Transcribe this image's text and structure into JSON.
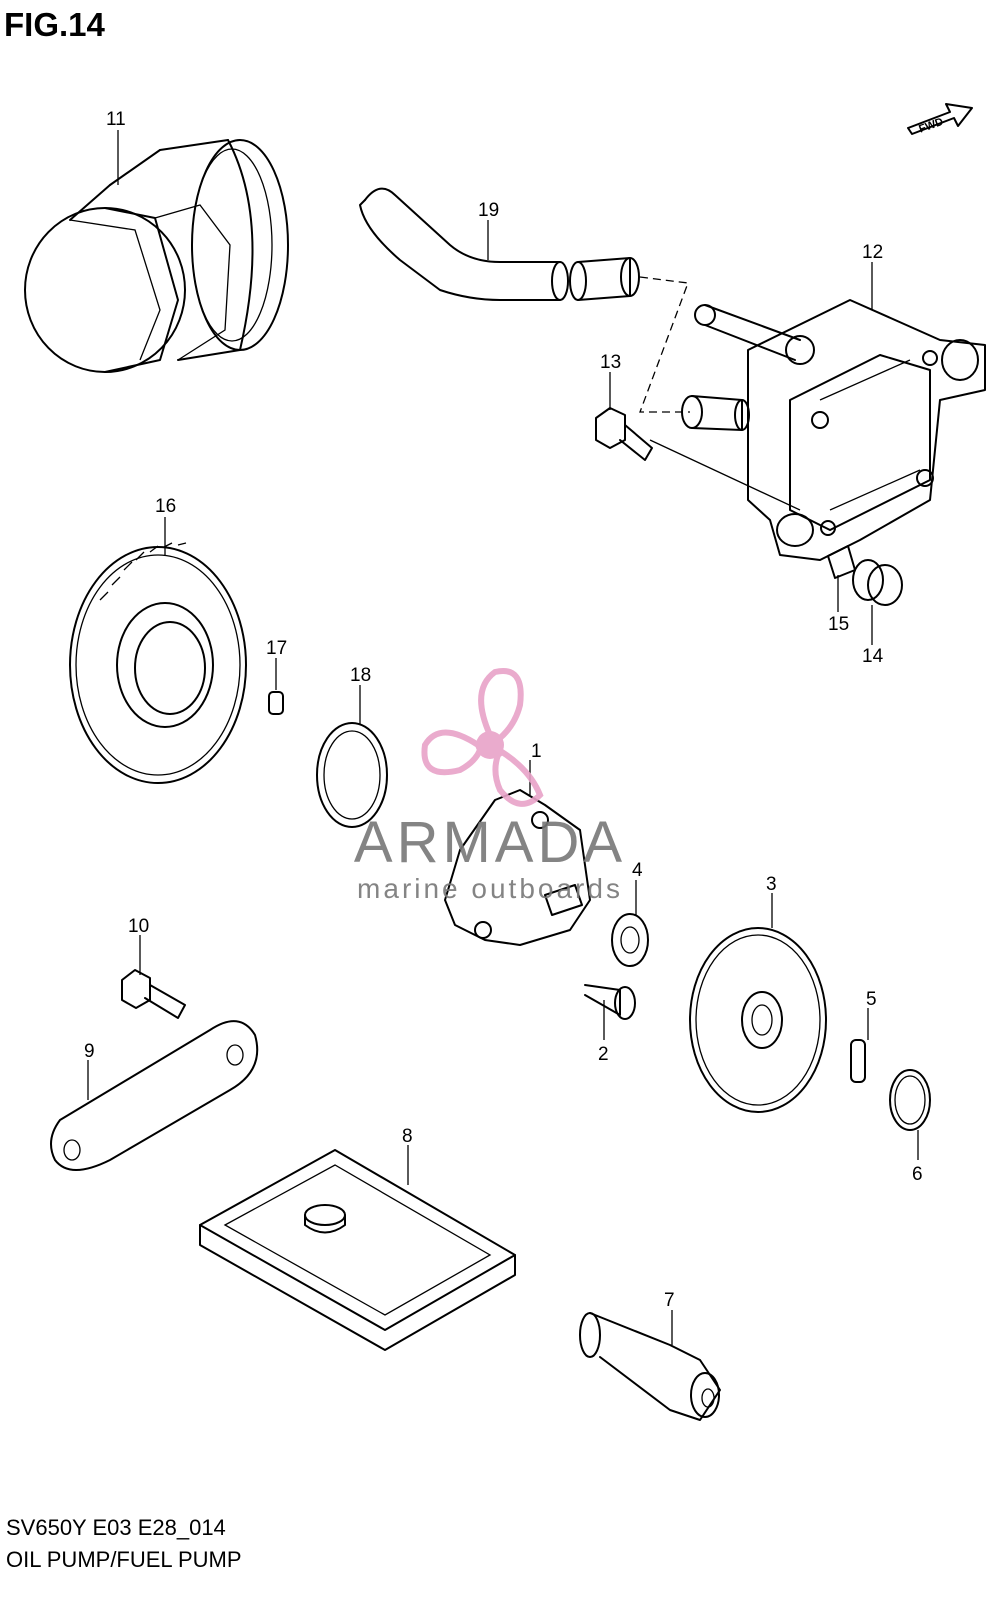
{
  "figure": {
    "title": "FIG.14",
    "fwd_label": "FWD"
  },
  "watermark": {
    "brand": "ARMADA",
    "tagline": "marine outboards",
    "accent_color": "#e8a2c8",
    "text_color": "#6f6f6f"
  },
  "callouts": [
    "1",
    "2",
    "3",
    "4",
    "5",
    "6",
    "7",
    "8",
    "9",
    "10",
    "11",
    "12",
    "13",
    "14",
    "15",
    "16",
    "17",
    "18",
    "19"
  ],
  "footer": {
    "code": "SV650Y E03 E28_014",
    "name": "OIL PUMP/FUEL PUMP"
  }
}
